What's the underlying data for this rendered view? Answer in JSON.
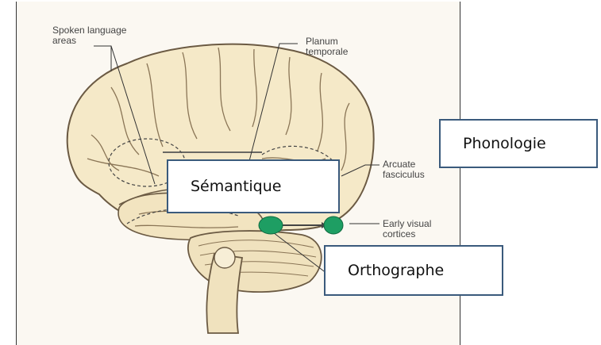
{
  "labels": {
    "spoken_language_areas": "Spoken language\nareas",
    "planum_temporale": "Planum\ntemporale",
    "arcuate_fasciculus": "Arcuate\nfasciculus",
    "early_visual_cortices": "Early visual\ncortices"
  },
  "overlay_boxes": {
    "phonologie": "Phonologie",
    "semantique": "Sémantique",
    "orthographe": "Orthographe"
  },
  "colors": {
    "brain_fill": "#f5e9c8",
    "cerebellum_fill": "#f0e2be",
    "outline": "#6b5a43",
    "node_green": "#1e9e63",
    "box_border": "#3a5a7c"
  }
}
